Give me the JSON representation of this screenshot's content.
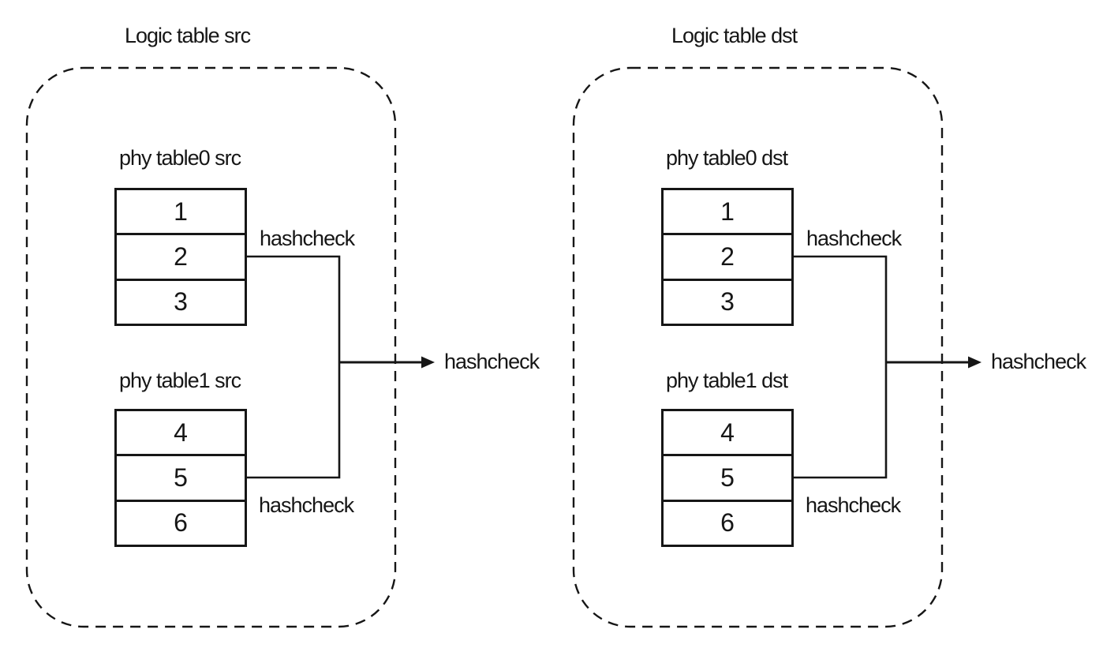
{
  "colors": {
    "ink": "#161616",
    "background": "#ffffff"
  },
  "panels": [
    {
      "id": "src",
      "title": "Logic table src",
      "tables": [
        {
          "label": "phy table0 src",
          "cells": [
            "1",
            "2",
            "3"
          ],
          "hashcheck_label": "hashcheck"
        },
        {
          "label": "phy table1 src",
          "cells": [
            "4",
            "5",
            "6"
          ],
          "hashcheck_label": "hashcheck"
        }
      ],
      "output_label": "hashcheck"
    },
    {
      "id": "dst",
      "title": "Logic table dst",
      "tables": [
        {
          "label": "phy table0 dst",
          "cells": [
            "1",
            "2",
            "3"
          ],
          "hashcheck_label": "hashcheck"
        },
        {
          "label": "phy table1 dst",
          "cells": [
            "4",
            "5",
            "6"
          ],
          "hashcheck_label": "hashcheck"
        }
      ],
      "output_label": "hashcheck"
    }
  ]
}
